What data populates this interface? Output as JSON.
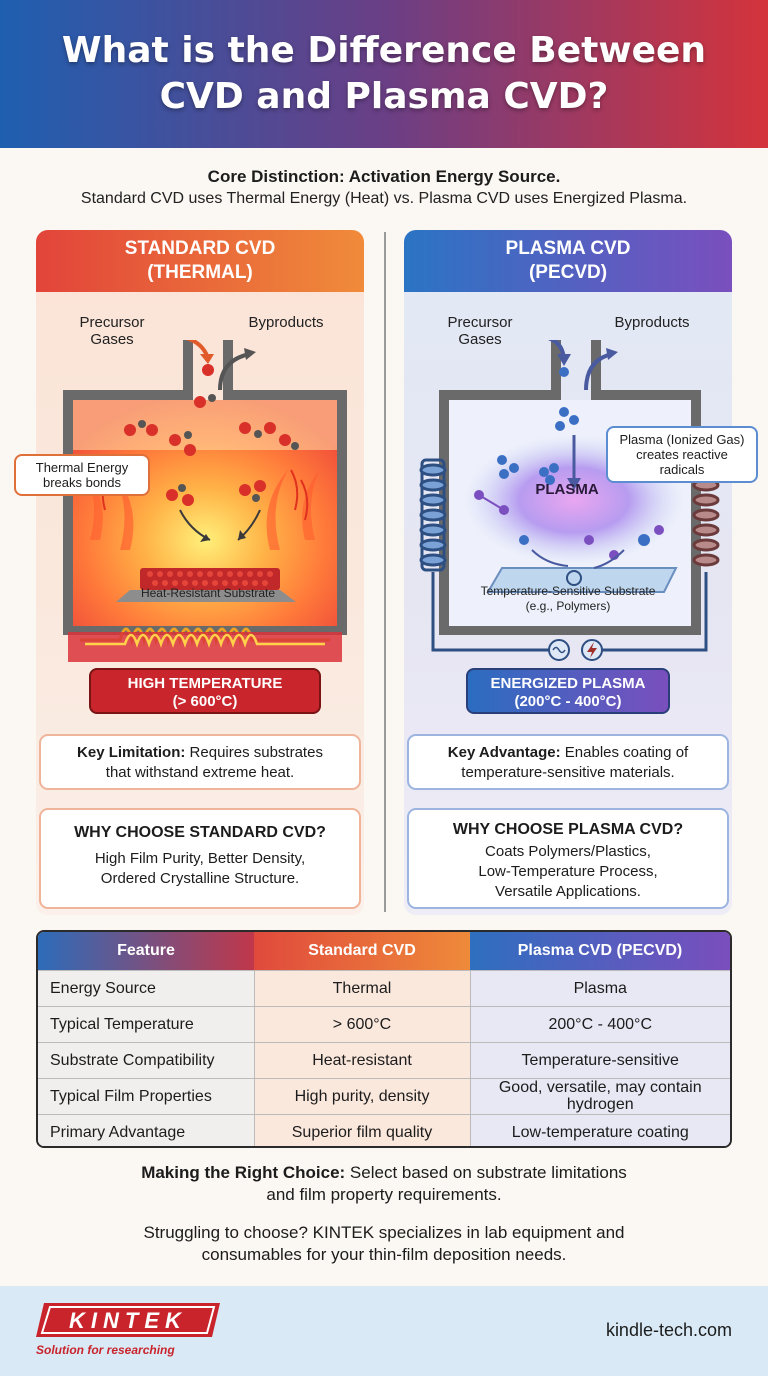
{
  "title": "What is the Difference Between CVD and Plasma CVD?",
  "intro": {
    "headline": "Core Distinction: Activation Energy Source.",
    "text": "Standard CVD uses Thermal Energy (Heat) vs. Plasma CVD uses Energized Plasma."
  },
  "standard": {
    "title_line1": "STANDARD CVD",
    "title_line2": "(THERMAL)",
    "precursor_line1": "Precursor",
    "precursor_line2": "Gases",
    "byproducts": "Byproducts",
    "callout_line1": "Thermal Energy",
    "callout_line2": "breaks bonds",
    "substrate": "Heat-Resistant Substrate",
    "temp_line1": "HIGH TEMPERATURE",
    "temp_line2": "(> 600°C)",
    "key_label": "Key Limitation:",
    "key_text1": "Requires substrates",
    "key_text2": "that withstand extreme heat.",
    "why_title": "WHY CHOOSE STANDARD CVD?",
    "why_line1": "High Film Purity, Better Density,",
    "why_line2": "Ordered Crystalline Structure."
  },
  "plasma": {
    "title_line1": "PLASMA CVD",
    "title_line2": "(PECVD)",
    "precursor_line1": "Precursor",
    "precursor_line2": "Gases",
    "byproducts": "Byproducts",
    "callout_line1": "Plasma (Ionized Gas)",
    "callout_line2": "creates reactive",
    "callout_line3": "radicals",
    "plasma_label": "PLASMA",
    "substrate_line1": "Temperature-Sensitive Substrate",
    "substrate_line2": "(e.g., Polymers)",
    "temp_line1": "ENERGIZED PLASMA",
    "temp_line2": "(200°C - 400°C)",
    "key_label": "Key Advantage:",
    "key_text1": "Enables coating of",
    "key_text2": "temperature-sensitive materials.",
    "why_title": "WHY CHOOSE PLASMA CVD?",
    "why_line1": "Coats Polymers/Plastics,",
    "why_line2": "Low-Temperature Process,",
    "why_line3": "Versatile Applications."
  },
  "table": {
    "headers": [
      "Feature",
      "Standard CVD",
      "Plasma CVD (PECVD)"
    ],
    "rows": [
      [
        "Energy Source",
        "Thermal",
        "Plasma"
      ],
      [
        "Typical Temperature",
        "> 600°C",
        "200°C - 400°C"
      ],
      [
        "Substrate Compatibility",
        "Heat-resistant",
        "Temperature-sensitive"
      ],
      [
        "Typical Film Properties",
        "High purity, density",
        "Good, versatile, may contain hydrogen"
      ],
      [
        "Primary Advantage",
        "Superior film quality",
        "Low-temperature coating"
      ]
    ]
  },
  "conclusion": {
    "label": "Making the Right Choice:",
    "text1": "Select based on substrate limitations",
    "text2": "and film property requirements.",
    "cta1": "Struggling to choose? KINTEK specializes in lab equipment and",
    "cta2": "consumables for your thin-film deposition needs."
  },
  "footer": {
    "logo_text": "KINTEK",
    "tagline": "Solution for researching",
    "website": "kindle-tech.com"
  },
  "colors": {
    "header_blue": "#1f5fb0",
    "header_red": "#d4333b",
    "standard_accent": "#e2443a",
    "plasma_accent": "#6a55c0",
    "brand_red": "#c9242b"
  }
}
